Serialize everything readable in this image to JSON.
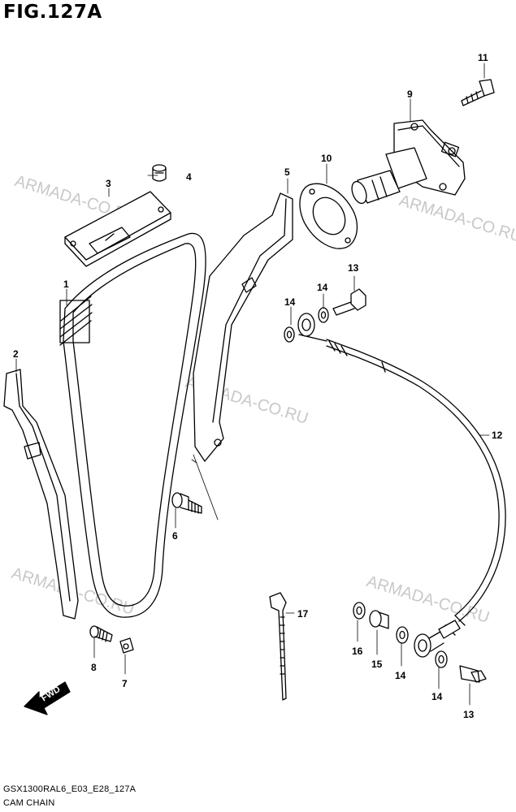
{
  "figure": {
    "title": "FIG.127A",
    "code": "GSX1300RAL6_E03_E28_127A",
    "name": "CAM CHAIN"
  },
  "watermark": "ARMADA-CO.RU",
  "direction_badge": "FWD",
  "callouts": {
    "p1": "1",
    "p2": "2",
    "p3": "3",
    "p4": "4",
    "p5": "5",
    "p6": "6",
    "p7": "7",
    "p8": "8",
    "p9": "9",
    "p10": "10",
    "p11": "11",
    "p12": "12",
    "p13a": "13",
    "p13b": "13",
    "p14a": "14",
    "p14b": "14",
    "p14c": "14",
    "p14d": "14",
    "p15": "15",
    "p16": "16",
    "p17": "17"
  },
  "colors": {
    "line": "#000000",
    "watermark": "#c8c8c8",
    "background": "#ffffff"
  }
}
